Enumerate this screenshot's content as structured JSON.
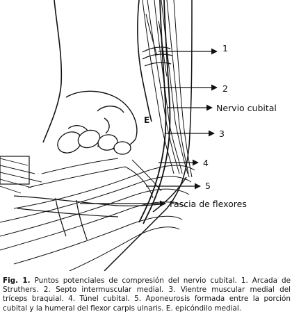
{
  "figure": {
    "labels": {
      "l1": "1",
      "l2": "2",
      "nervio": "Nervio cubital",
      "e": "E",
      "l3": "3",
      "l4": "4",
      "l5": "5",
      "fascia": "Fascia de flexores"
    }
  },
  "caption": {
    "fig_label": "Fig. 1.",
    "text": "Puntos potenciales de compresión del nervio cubital. 1. Arcada de Struthers. 2. Septo intermuscular medial. 3. Vientre muscular medial del tríceps braquial. 4. Túnel cubital. 5. Aponeurosis formada entre la porción cubital y la humeral del flexor carpis ulnaris. E. epicóndilo medial."
  }
}
